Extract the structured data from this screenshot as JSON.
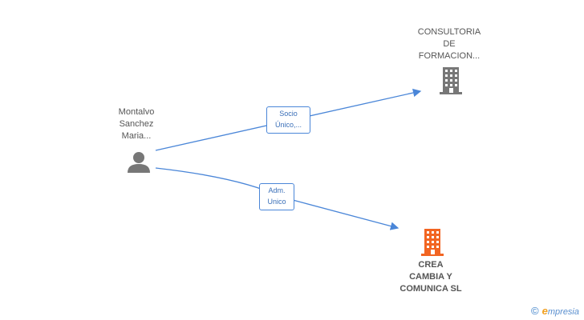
{
  "nodes": {
    "person": {
      "lines": [
        "Montalvo",
        "Sanchez",
        "Maria..."
      ],
      "icon": "person-icon"
    },
    "company_top": {
      "lines": [
        "CONSULTORIA",
        "DE",
        "FORMACION..."
      ],
      "icon": "building-icon",
      "color": "#777777"
    },
    "company_main": {
      "lines": [
        "CREA",
        "CAMBIA Y",
        "COMUNICA SL"
      ],
      "icon": "building-icon",
      "color": "#f26522"
    }
  },
  "edges": {
    "edge1": {
      "lines": [
        "Socio",
        "Único,..."
      ]
    },
    "edge2": {
      "lines": [
        "Adm.",
        "Unico"
      ]
    }
  },
  "colors": {
    "edge": "#4a86d8",
    "person": "#777777"
  },
  "brand": {
    "copyright": "©",
    "initial": "e",
    "name": "mpresia"
  }
}
